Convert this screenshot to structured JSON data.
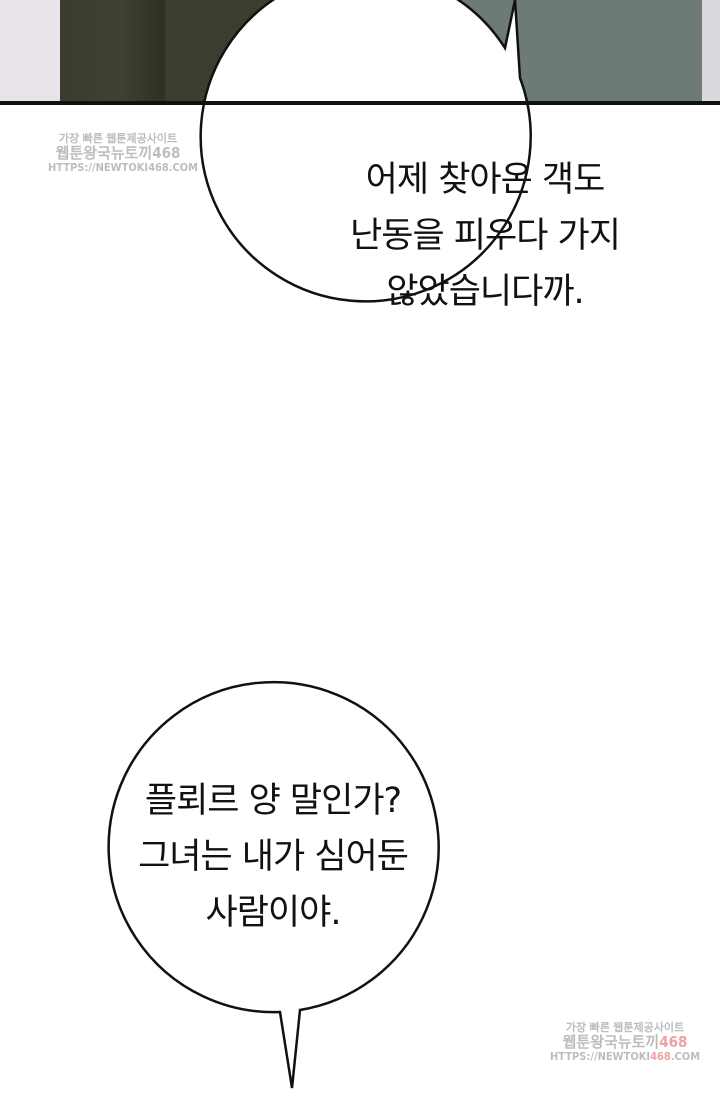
{
  "bubbles": [
    {
      "lines": [
        "어제 찾아온 객도",
        "난동을 피우다 가지",
        "않았습니다까."
      ]
    },
    {
      "lines": [
        "플뢰르 양 말인가?",
        "그녀는 내가 심어둔",
        "사람이야."
      ]
    }
  ],
  "watermarks": [
    {
      "line1": "가장 빠른 웹툰제공사이트",
      "line2": "웹툰왕국뉴토끼468",
      "line3": "HTTPS://NEWTOKI468.COM"
    },
    {
      "line1": "가장 빠른 웹툰제공사이트",
      "line2_prefix": "웹툰왕국뉴토끼",
      "line2_num": "468",
      "line3_prefix": "HTTPS://NEWTOKI",
      "line3_num": "468",
      "line3_suffix": ".COM"
    }
  ]
}
